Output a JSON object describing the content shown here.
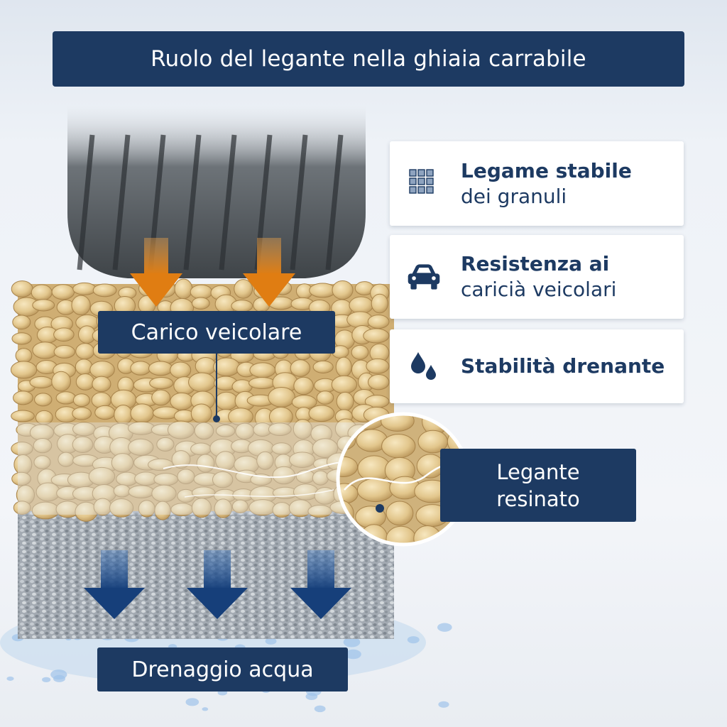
{
  "title": "Ruolo del legante nella ghiaia carrabile",
  "labels": {
    "load": "Carico veicolare",
    "drainage": "Drenaggio acqua",
    "binder_line1": "Legante",
    "binder_line2": "resinato"
  },
  "cards": [
    {
      "icon": "grid-granules-icon",
      "line1": "Legame stabile",
      "line2": "dei granuli"
    },
    {
      "icon": "car-icon",
      "line1": "Resistenza ai",
      "line2": "caricià veicolari"
    },
    {
      "icon": "water-drops-icon",
      "line1": "Stabilità drenante",
      "line2": ""
    }
  ],
  "colors": {
    "navy": "#1d3a62",
    "load_arrow": "#e8891e",
    "drain_arrow": "#1f4f8f",
    "gravel": "#e3c98f",
    "fine_gravel": "#9aa2ab",
    "water": "#a9c8ea"
  }
}
